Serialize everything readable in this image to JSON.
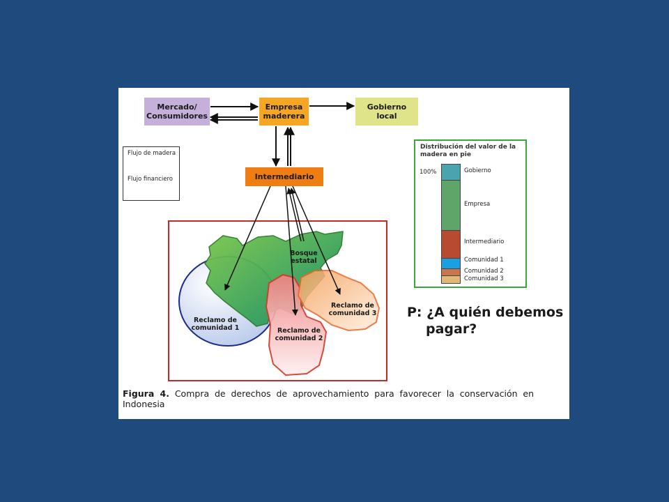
{
  "boxes": {
    "mercado": "Mercado/\nConsumidores",
    "empresa": "Empresa\nmaderera",
    "gobierno": "Gobierno\nlocal",
    "intermediario": "Intermediario"
  },
  "legend": {
    "wood_flow": "Flujo de madera",
    "financial_flow": "Flujo financiero"
  },
  "map_labels": {
    "forest": "Bosque\nestatal",
    "claim1": "Reclamo de\ncomunidad 1",
    "claim2": "Reclamo de\ncomunidad 2",
    "claim3": "Reclamo de\ncomunidad 3"
  },
  "distribution": {
    "title": "Distribución del valor de la madera en pie",
    "percent_label": "100%",
    "segments": [
      {
        "label": "Gobierno",
        "color": "#4aa3ae"
      },
      {
        "label": "Empresa",
        "color": "#5fa56a"
      },
      {
        "label": "Intermediario",
        "color": "#b84a30"
      },
      {
        "label": "Comunidad 1",
        "color": "#1c9fe0"
      },
      {
        "label": "Comunidad 2",
        "color": "#c8764f"
      },
      {
        "label": "Comunidad 3",
        "color": "#e0b878"
      }
    ]
  },
  "question": {
    "line1": "P: ¿A quién debemos",
    "line2": "pagar?"
  },
  "caption": {
    "figure": "Figura 4.",
    "text": " Compra de derechos de aprovechamiento para favorecer la conservación en Indonesia"
  },
  "colors": {
    "background": "#1f4a7d",
    "mercado": "#c4b0d8",
    "empresa": "#f5a623",
    "gobierno": "#dfe48a",
    "intermediario": "#ef7d12",
    "map_border": "#c62828",
    "dist_border": "#3aa63a"
  }
}
